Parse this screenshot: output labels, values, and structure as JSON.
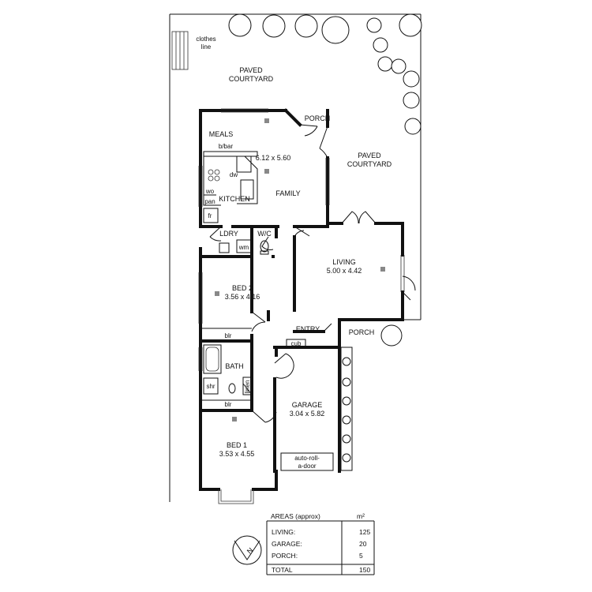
{
  "site": {
    "clothes_line": [
      "clothes",
      "line"
    ],
    "courtyard_top": [
      "PAVED",
      "COURTYARD"
    ],
    "courtyard_right": [
      "PAVED",
      "COURTYARD"
    ]
  },
  "rooms": {
    "meals": "MEALS",
    "porch_top": "PORCH",
    "bbar": "b/bar",
    "family_size": "6.12 x 5.60",
    "dw": "dw",
    "wo": "wo",
    "pan": "pan",
    "kitchen": "KITCHEN",
    "family": "FAMILY",
    "fr": "fr",
    "ldry": "LDRY",
    "wc": "W/C",
    "wm": "wm",
    "living": "LIVING",
    "living_size": "5.00 x 4.42",
    "bed2": "BED 2",
    "bed2_size": "3.56 x 4.16",
    "blr_top": "blr",
    "entry": "ENTRY",
    "porch_entry": "PORCH",
    "cub": "cub",
    "bath": "BATH",
    "shr": "shr",
    "linen": "linen",
    "blr_bottom": "blr",
    "garage": "GARAGE",
    "garage_size": "3.04 x 5.82",
    "bed1": "BED 1",
    "bed1_size": "3.53 x 4.55",
    "auto_door": [
      "auto-roll-",
      "a-door"
    ]
  },
  "areas": {
    "title": "AREAS (approx)",
    "unit": "m²",
    "rows": [
      {
        "label": "LIVING:",
        "value": "125"
      },
      {
        "label": "GARAGE:",
        "value": "20"
      },
      {
        "label": "PORCH:",
        "value": "5"
      }
    ],
    "total_label": "TOTAL",
    "total_value": "150"
  },
  "compass": {
    "letter": "N"
  }
}
